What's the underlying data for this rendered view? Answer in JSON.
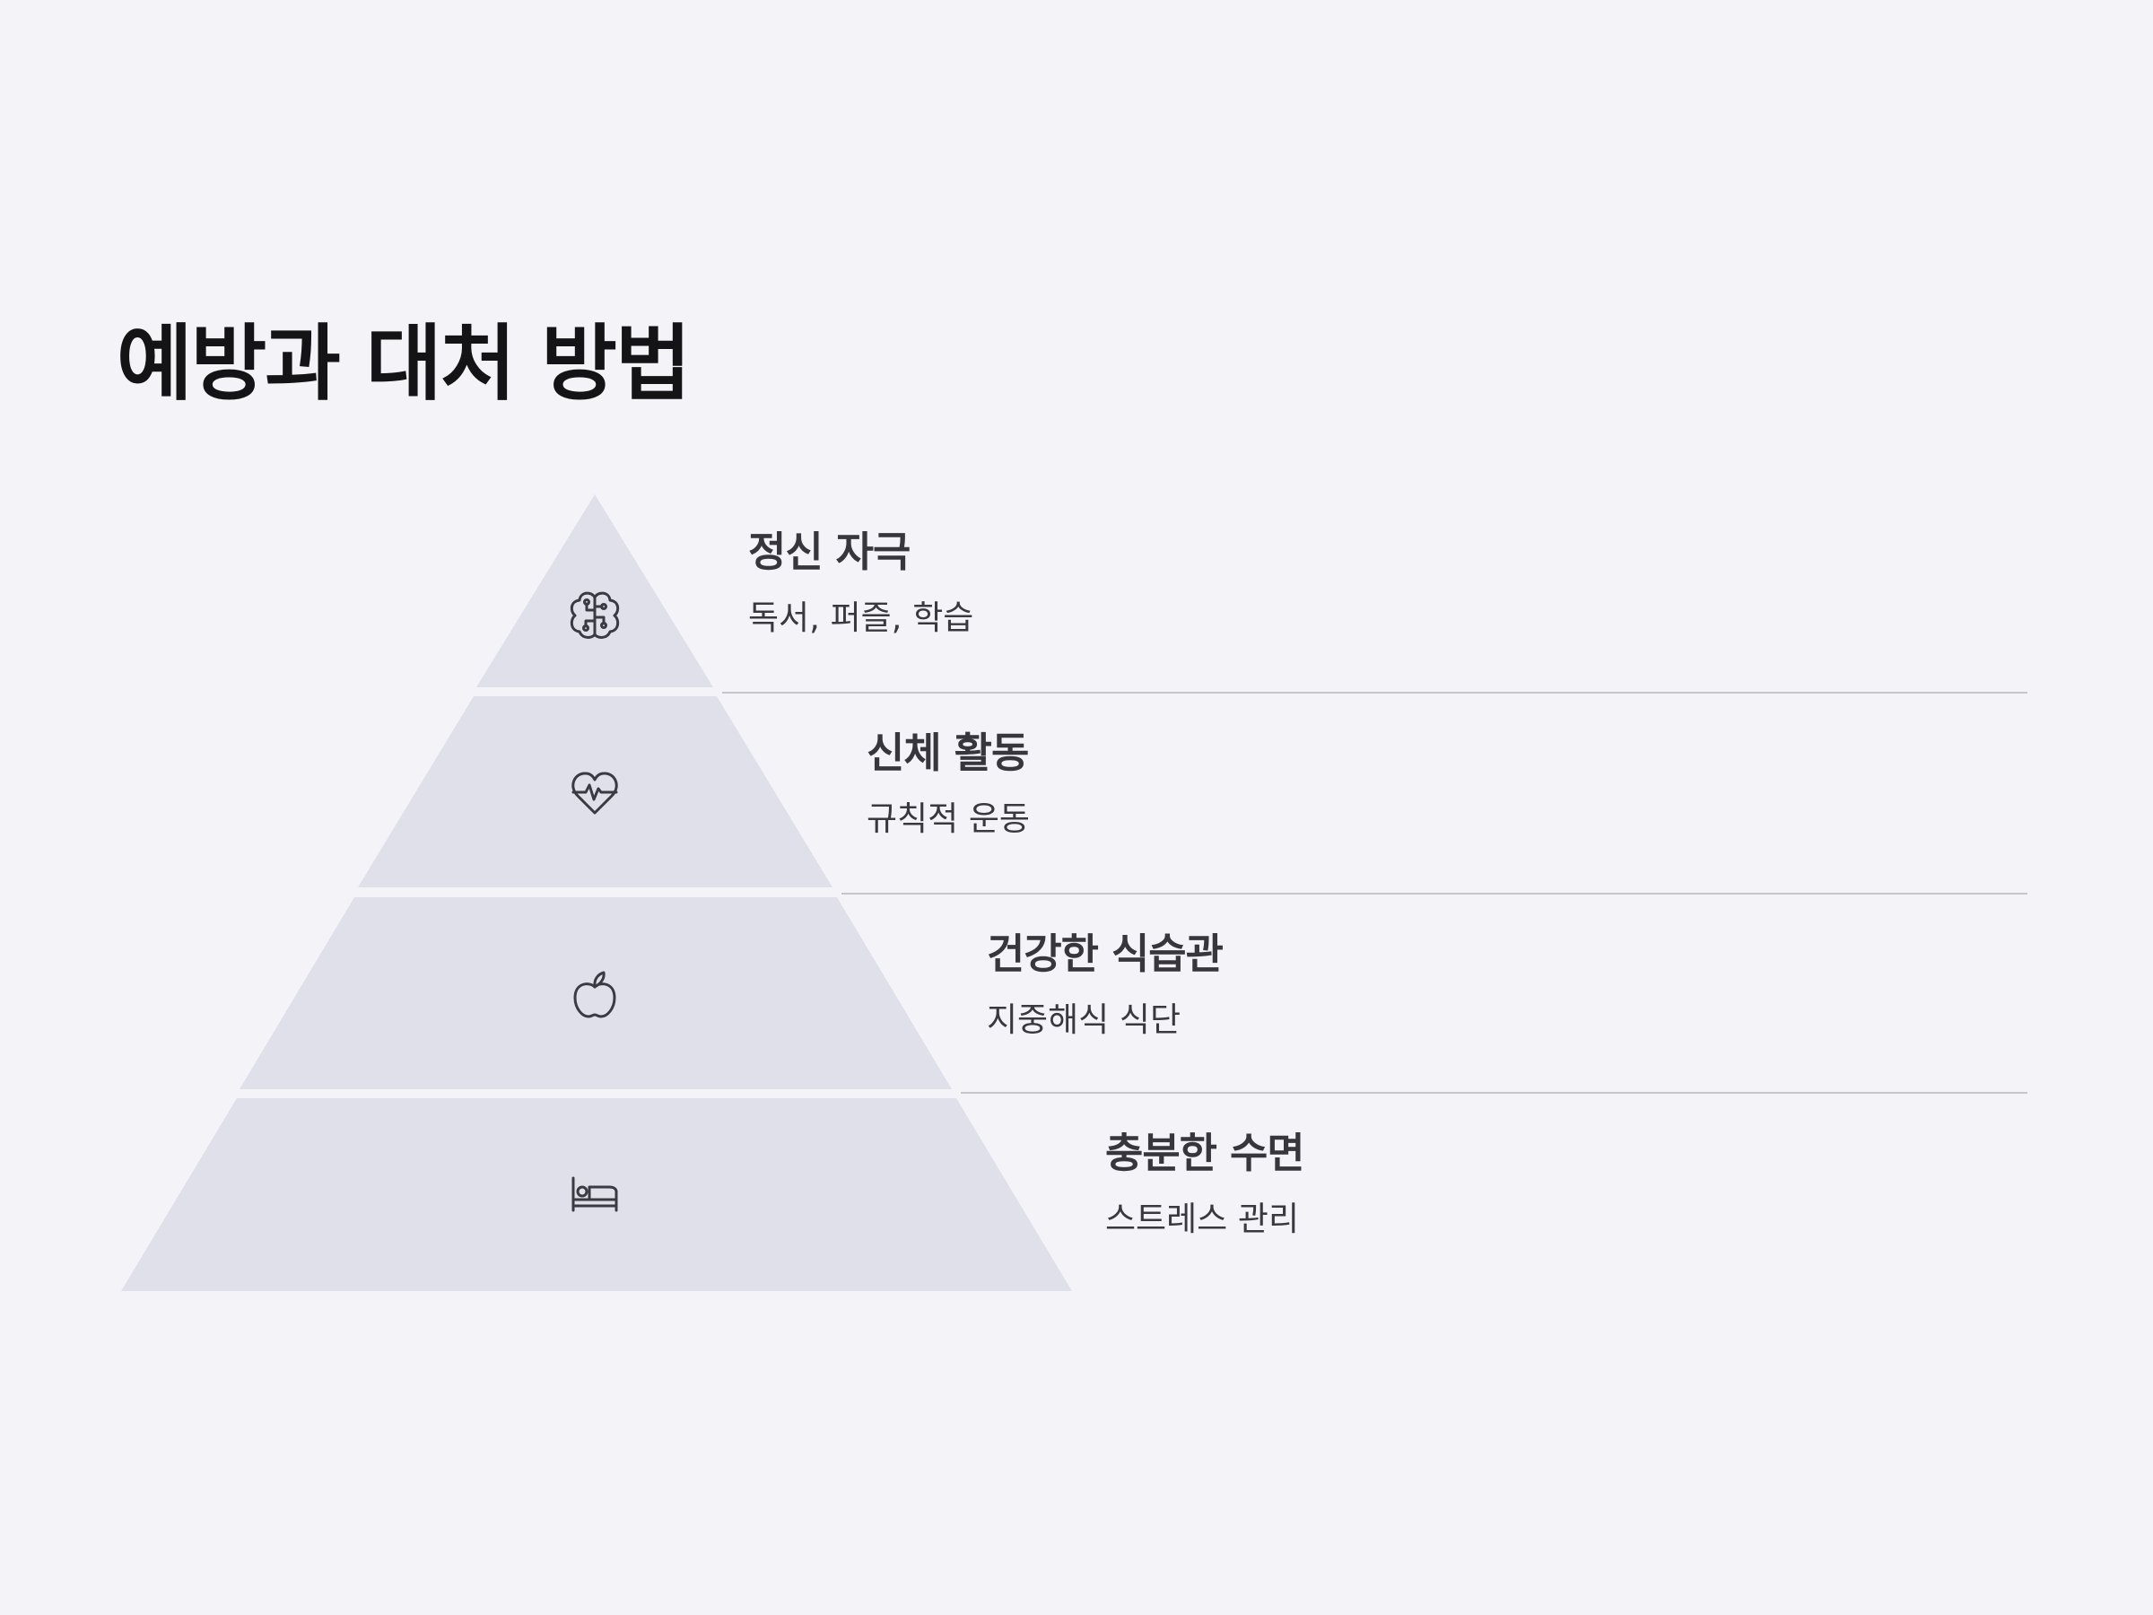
{
  "title": "예방과 대처 방법",
  "colors": {
    "background": "#f4f3f8",
    "pyramid_fill": "#e0e0eb",
    "icon_stroke": "#3a3a42",
    "divider": "#c5c5cc",
    "title_text": "#141417",
    "level_text": "#36363c"
  },
  "levels": [
    {
      "title": "정신 자극",
      "description": "독서, 퍼즐, 학습",
      "icon": "brain-icon"
    },
    {
      "title": "신체 활동",
      "description": "규칙적 운동",
      "icon": "heart-pulse-icon"
    },
    {
      "title": "건강한 식습관",
      "description": "지중해식 식단",
      "icon": "apple-icon"
    },
    {
      "title": "충분한 수면",
      "description": "스트레스 관리",
      "icon": "bed-icon"
    }
  ]
}
